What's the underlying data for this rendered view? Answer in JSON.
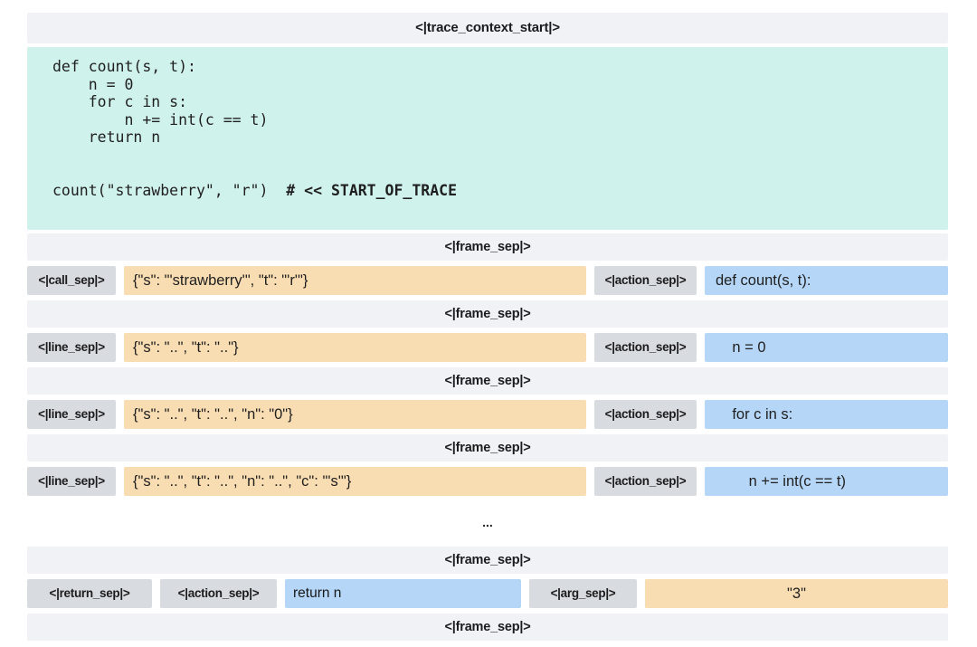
{
  "colors": {
    "page-bg": "#ffffff",
    "bar-bg": "#f0f2f5",
    "chip-bg": "#d8dbdf",
    "state-bg": "#f8dcb2",
    "action-bg": "#b5d6f6",
    "context-bg": "#d0f2ec",
    "text": "#1c1c1e"
  },
  "tokens": {
    "trace_context_start": "<|trace_context_start|>",
    "frame_sep": "<|frame_sep|>",
    "action_sep": "<|action_sep|>"
  },
  "context_code": {
    "function_lines": [
      "def count(s, t):",
      "    n = 0",
      "    for c in s:",
      "        n += int(c == t)",
      "    return n"
    ],
    "call_line": "count(\"strawberry\", \"r\")  ",
    "call_comment": "# << START_OF_TRACE"
  },
  "frames": [
    {
      "sep": "<|call_sep|>",
      "state": "{\"s\": \"'strawberry'\", \"t\": \"'r'\"}",
      "action": "def count(s, t):"
    },
    {
      "sep": "<|line_sep|>",
      "state": "{\"s\": \"..\", \"t\": \"..\"}",
      "action": "    n = 0"
    },
    {
      "sep": "<|line_sep|>",
      "state": "{\"s\": \"..\", \"t\": \"..\", \"n\": \"0\"}",
      "action": "    for c in s:"
    },
    {
      "sep": "<|line_sep|>",
      "state": "{\"s\": \"..\", \"t\": \"..\", \"n\": \"..\", \"c\": \"'s'\"}",
      "action": "        n += int(c == t)"
    }
  ],
  "ellipsis": "...",
  "return_frame": {
    "sep": "<|return_sep|>",
    "action_sep": "<|action_sep|>",
    "action": "return n",
    "arg_sep": "<|arg_sep|>",
    "value": "\"3\""
  }
}
